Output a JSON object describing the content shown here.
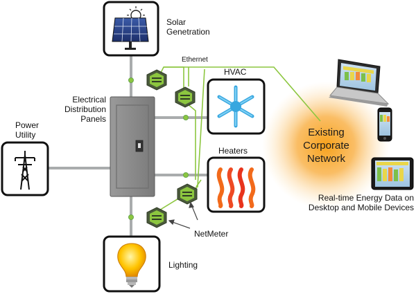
{
  "labels": {
    "solar": "Solar\nGenetration",
    "ethernet": "Ethernet",
    "hvac": "HVAC",
    "distribution": "Electrical\nDistribution\nPanels",
    "power_utility": "Power\nUtility",
    "heaters": "Heaters",
    "netmeter": "NetMeter",
    "lighting": "Lighting",
    "network": "Existing\nCorporate\nNetwork",
    "realtime": "Real-time Energy Data on\nDesktop and Mobile Devices"
  },
  "colors": {
    "bus_line": "#a9acad",
    "ethernet_line": "#8cc63f",
    "meter_green": "#6aa84f",
    "panel_gray": "#8e8e8e",
    "network_glow": "#f7a21b"
  },
  "icons": [
    "solar-panel-icon",
    "snowflake-icon",
    "heater-icon",
    "power-tower-icon",
    "light-bulb-icon",
    "laptop-icon",
    "phone-icon",
    "tablet-icon"
  ]
}
